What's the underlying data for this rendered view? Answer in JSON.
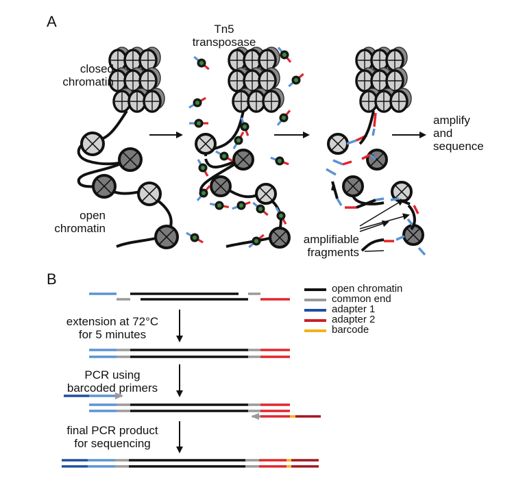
{
  "panels": {
    "a": "A",
    "b": "B"
  },
  "panel_a": {
    "tn5": [
      "Tn5",
      "transposase"
    ],
    "closed_chromatin": [
      "closed",
      "chromatin"
    ],
    "open_chromatin": [
      "open",
      "chromatin"
    ],
    "amplify_sequence": [
      "amplify",
      "and",
      "sequence"
    ],
    "amplifiable_fragments": [
      "amplifiable",
      "fragments"
    ]
  },
  "panel_b": {
    "steps": [
      [
        "extension at 72°C",
        "for 5 minutes"
      ],
      [
        "PCR using",
        "barcoded primers"
      ],
      [
        "final PCR product",
        "for sequencing"
      ]
    ]
  },
  "legend": {
    "items": [
      {
        "label": "open chromatin",
        "color": "#111111"
      },
      {
        "label": "common end",
        "color": "#9a9a9a"
      },
      {
        "label": "adapter 1",
        "color": "#1f4fa0"
      },
      {
        "label": "adapter 2",
        "color": "#c8202a"
      },
      {
        "label": "barcode",
        "color": "#f3b21a"
      }
    ]
  },
  "colors": {
    "black": "#111111",
    "gray": "#9a9a9a",
    "light_blue": "#5b93d4",
    "dark_blue": "#1f4fa0",
    "red": "#e0262d",
    "dark_red": "#a3161f",
    "barcode": "#f3b21a",
    "nucleosome_light": "#d2d2d2",
    "nucleosome_dark": "#7a7a7a",
    "tn5_core": "#3a8a3a"
  }
}
